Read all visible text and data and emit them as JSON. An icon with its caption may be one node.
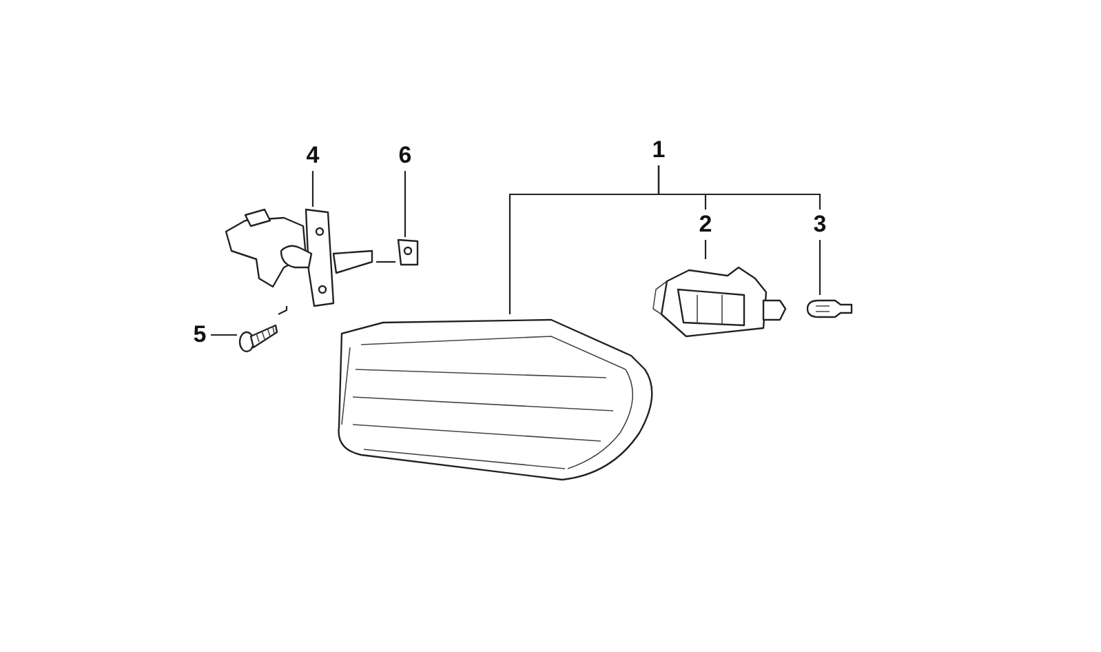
{
  "diagram": {
    "nodes": [
      {
        "text": [
          "1"
        ]
      },
      {
        "text": [
          "2"
        ]
      },
      {
        "text": [
          "3"
        ]
      },
      {
        "text": [
          "4"
        ]
      },
      {
        "text": [
          "5"
        ]
      },
      {
        "text": [
          "6"
        ]
      },
      {
        "text": [],
        "shape": "picture"
      },
      {
        "text": [],
        "shape": "picture"
      },
      {
        "text": [],
        "shape": "picture"
      },
      {
        "text": [],
        "shape": "picture"
      },
      {
        "text": [],
        "shape": "picture"
      },
      {
        "text": [],
        "shape": "picture"
      }
    ],
    "edges": [
      {
        "from": 0,
        "to": 6,
        "arrow": "none"
      },
      {
        "from": 0,
        "to": 1,
        "arrow": "none"
      },
      {
        "from": 0,
        "to": 2,
        "arrow": "none"
      },
      {
        "from": 1,
        "to": 7,
        "arrow": "none"
      },
      {
        "from": 2,
        "to": 8,
        "arrow": "none"
      },
      {
        "from": 3,
        "to": 9,
        "arrow": "none"
      },
      {
        "from": 4,
        "to": 10,
        "arrow": "none"
      },
      {
        "from": 5,
        "to": 11,
        "arrow": "none"
      },
      {
        "from": 10,
        "to": 9,
        "arrow": "none"
      },
      {
        "from": 11,
        "to": 9,
        "arrow": "none"
      }
    ]
  }
}
